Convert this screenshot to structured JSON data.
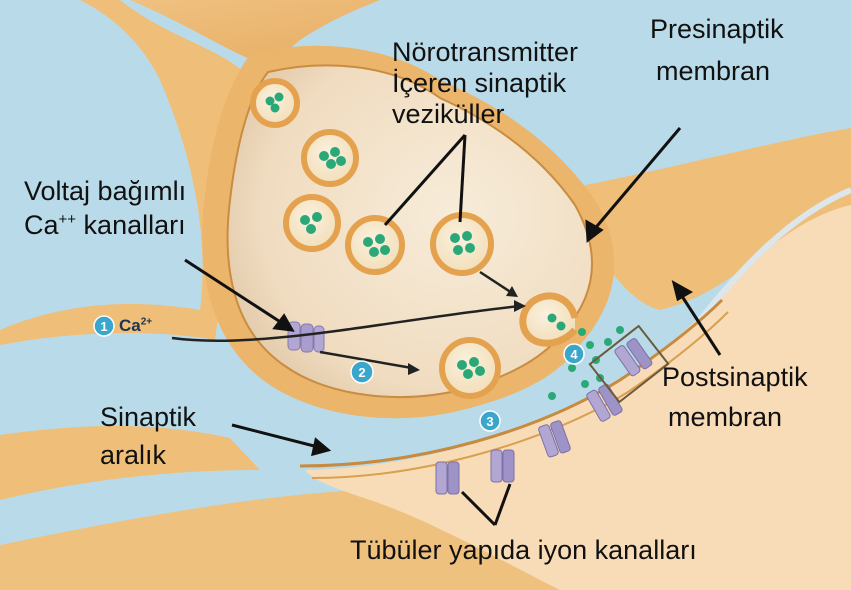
{
  "labels": {
    "neurotransmitter_line1": "Nörotransmitter",
    "neurotransmitter_line2": "İçeren sinaptik",
    "neurotransmitter_line3": "veziküller",
    "presynaptic_line1": "Presinaptik",
    "presynaptic_line2": "membran",
    "voltage_line1": "Voltaj bağımlı",
    "voltage_line2_prefix": "Ca",
    "voltage_line2_sup": "++",
    "voltage_line2_suffix": " kanalları",
    "postsynaptic_line1": "Postsinaptik",
    "postsynaptic_line2": "membran",
    "cleft_line1": "Sinaptik",
    "cleft_line2": "aralık",
    "ion_channels": "Tübüler yapıda iyon kanalları",
    "calcium_prefix": "Ca",
    "calcium_sup": "2+"
  },
  "steps": [
    "1",
    "2",
    "3",
    "4"
  ],
  "colors": {
    "background_fluid": "#b9dbe9",
    "neuron_tissue": "#eebb72",
    "terminal_inside": "#f4e3c8",
    "postsynaptic_cell": "#f8dcb8",
    "channel": "#b1a7d2",
    "neurotransmitter": "#2ba878",
    "step_marker": "#3aa6cc"
  }
}
